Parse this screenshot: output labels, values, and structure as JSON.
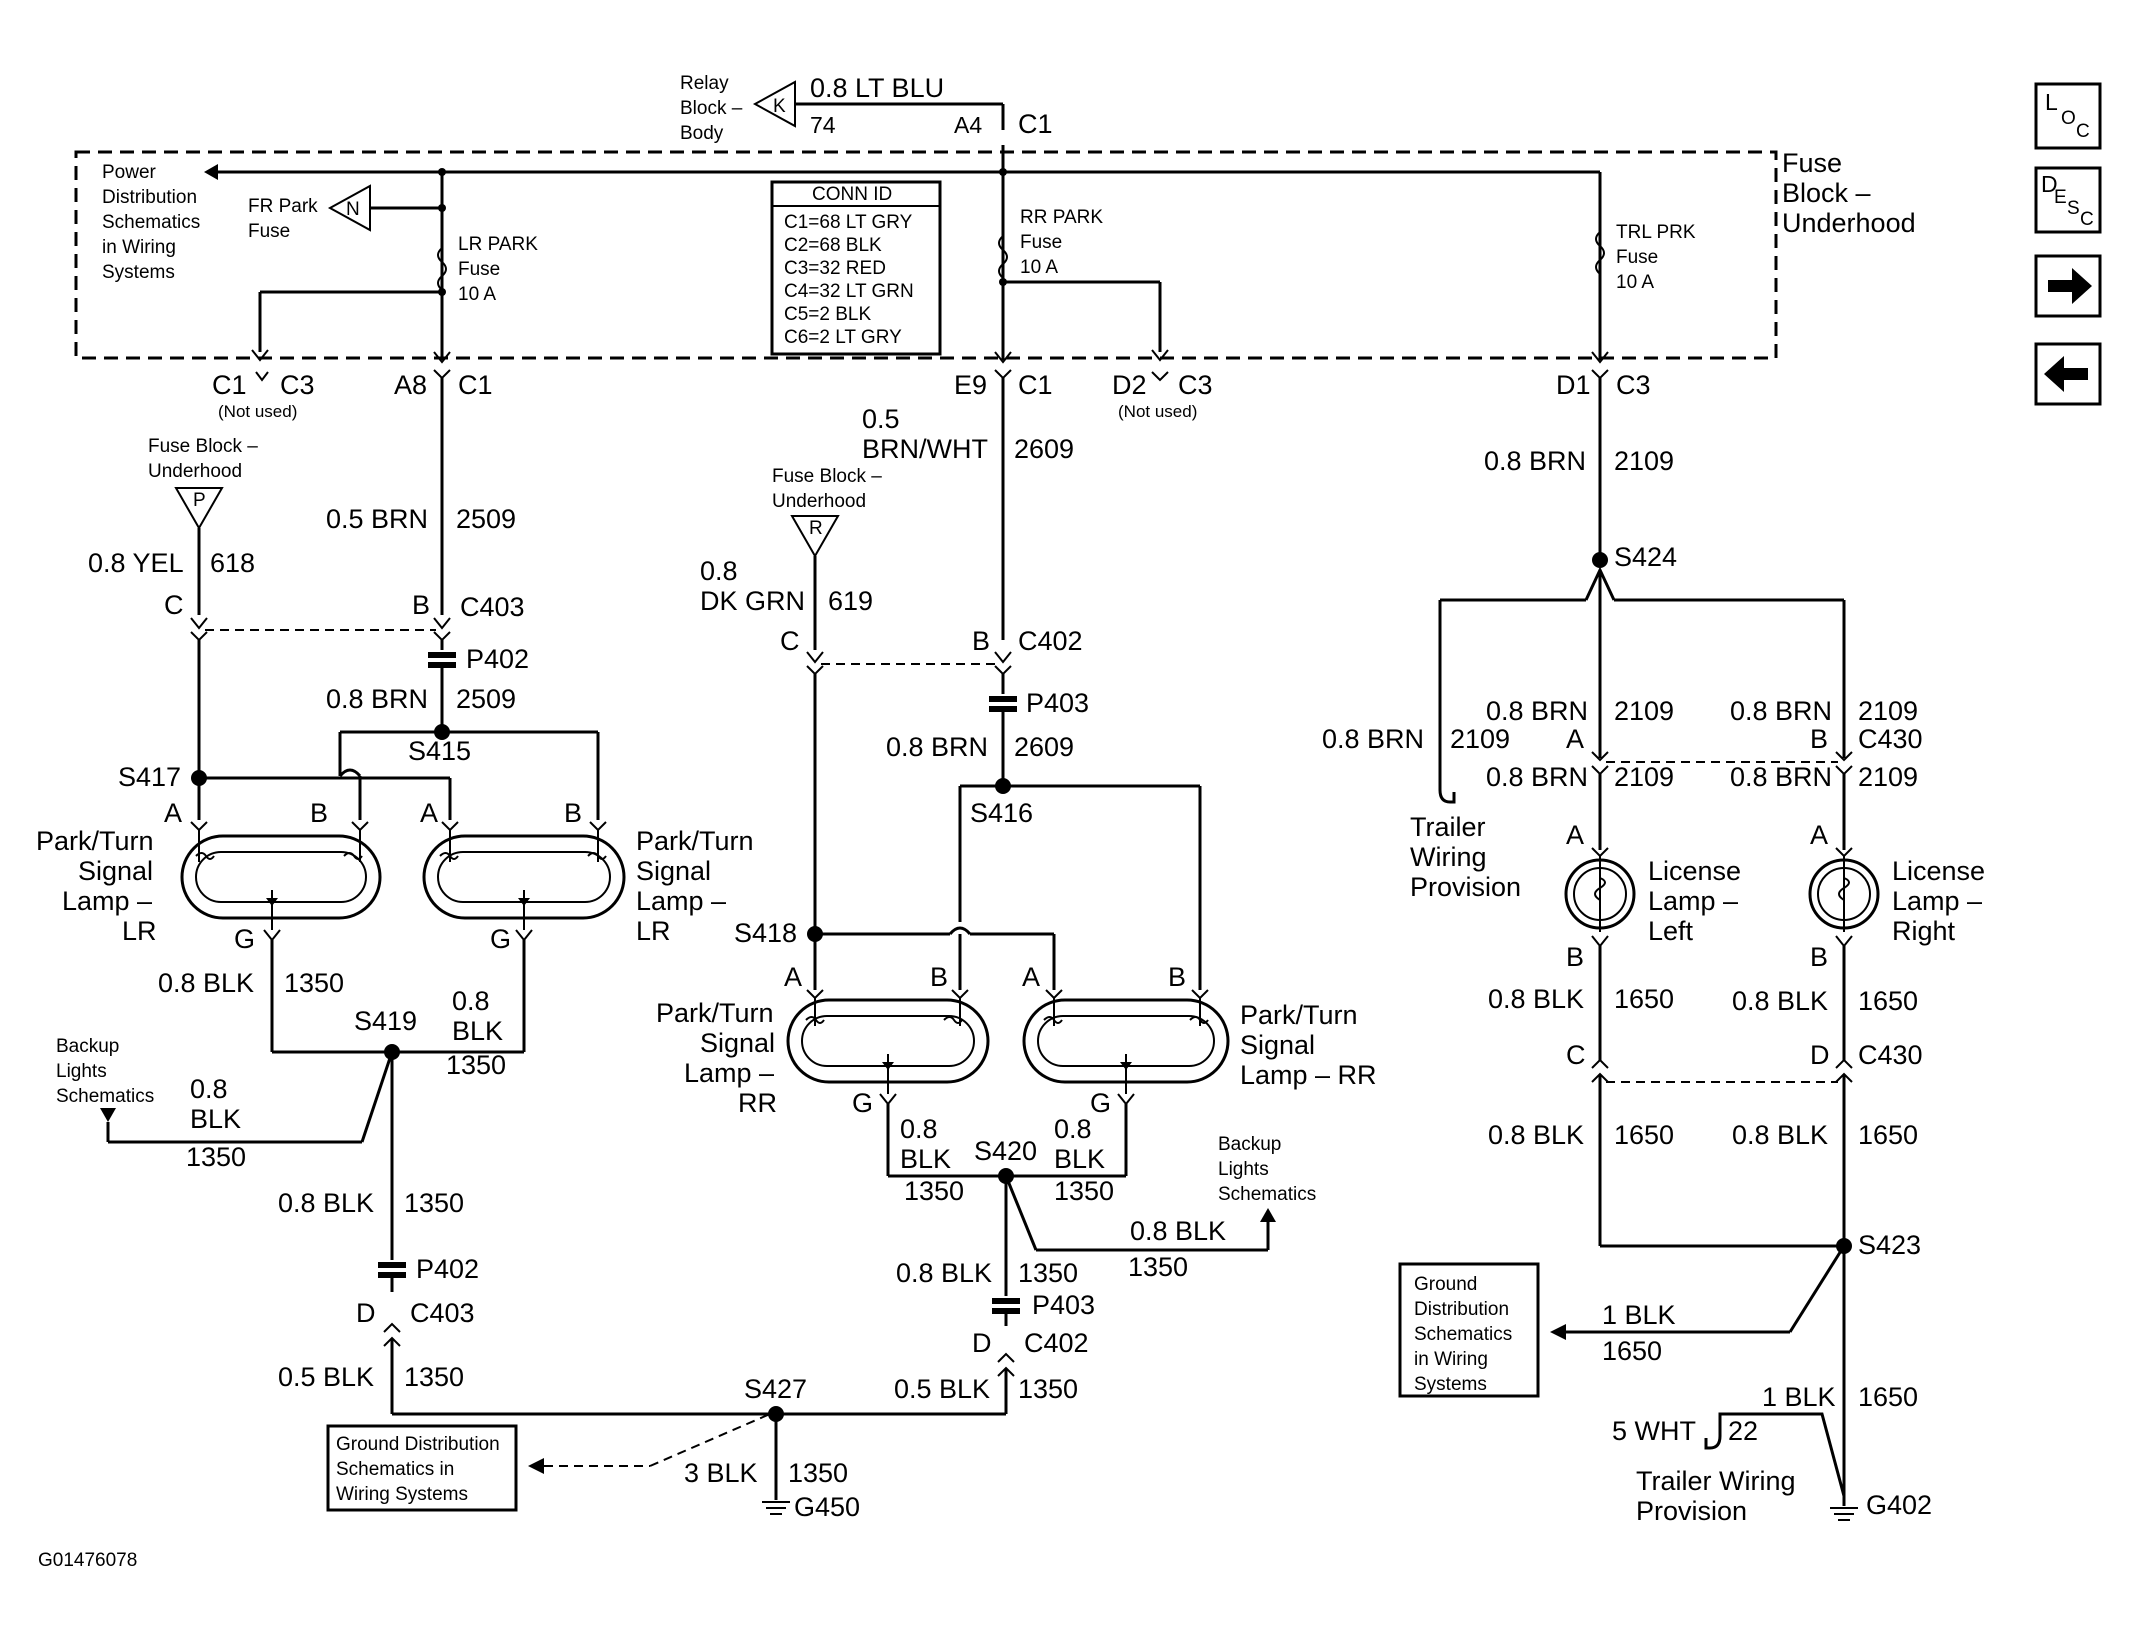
{
  "figure_id": "G01476078",
  "nav": {
    "loc": [
      "L",
      "O",
      "C"
    ],
    "desc": [
      "D",
      "E",
      "S",
      "C"
    ]
  },
  "relay": {
    "name": [
      "Relay",
      "Block –",
      "Body"
    ],
    "letter": "K",
    "wire": "0.8 LT BLU",
    "pin": "74",
    "cavity": "A4",
    "conn": "C1"
  },
  "fuse_block": {
    "title": [
      "Fuse",
      "Block –",
      "Underhood"
    ],
    "power_ref": [
      "Power",
      "Distribution",
      "Schematics",
      "in Wiring",
      "Systems"
    ],
    "fr_park": [
      "FR Park",
      "Fuse"
    ],
    "fr_letter": "N",
    "lr_park": [
      "LR PARK",
      "Fuse",
      "10 A"
    ],
    "rr_park": [
      "RR PARK",
      "Fuse",
      "10 A"
    ],
    "trl_prk": [
      "TRL PRK",
      "Fuse",
      "10 A"
    ],
    "conn_id": {
      "title": "CONN ID",
      "rows": [
        "C1=68 LT GRY",
        "C2=68 BLK",
        "C3=32 RED",
        "C4=32 LT GRN",
        "C5=2 BLK",
        "C6=2 LT GRY"
      ]
    }
  },
  "outputs": {
    "c1": "C1",
    "c3": "C3",
    "not_used": "(Not used)",
    "a8": "A8",
    "e9": "E9",
    "d2": "D2",
    "d1": "D1"
  },
  "left": {
    "ref": [
      "Fuse Block –",
      "Underhood"
    ],
    "ref_letter": "P",
    "yel": "0.8 YEL",
    "yel_num": "618",
    "brn05": "0.5 BRN",
    "brn05_num": "2509",
    "pin_c": "C",
    "pin_b": "B",
    "c403": "C403",
    "p402": "P402",
    "brn08": "0.8 BRN",
    "brn08_num": "2509",
    "s415": "S415",
    "s417": "S417",
    "pin_a": "A",
    "pin_g": "G",
    "lamp_left": [
      "Park/Turn",
      "Signal",
      "Lamp –",
      "LR"
    ],
    "lamp_right": [
      "Park/Turn",
      "Signal",
      "Lamp –",
      "LR"
    ],
    "blk08": "0.8 BLK",
    "num1350": "1350",
    "s419": "S419",
    "blk08_split": [
      "0.8",
      "BLK"
    ],
    "backup": [
      "Backup",
      "Lights",
      "Schematics"
    ],
    "p402b": "P402",
    "pin_d": "D",
    "c403b": "C403",
    "blk05": "0.5 BLK"
  },
  "center": {
    "brnwht": [
      "0.5",
      "BRN/WHT"
    ],
    "brnwht_num": "2609",
    "ref": [
      "Fuse Block –",
      "Underhood"
    ],
    "ref_letter": "R",
    "dkgrn": [
      "0.8",
      "DK GRN"
    ],
    "dkgrn_num": "619",
    "pin_c": "C",
    "pin_b": "B",
    "c402": "C402",
    "p403": "P403",
    "brn08": "0.8 BRN",
    "brn08_num": "2609",
    "s416": "S416",
    "s418": "S418",
    "pin_a": "A",
    "pin_g": "G",
    "lamp_left": [
      "Park/Turn",
      "Signal",
      "Lamp –",
      "RR"
    ],
    "lamp_right": [
      "Park/Turn",
      "Signal",
      "Lamp – RR"
    ],
    "blk08_split": [
      "0.8",
      "BLK"
    ],
    "num1350": "1350",
    "s420": "S420",
    "backup": [
      "Backup",
      "Lights",
      "Schematics"
    ],
    "blk08": "0.8 BLK",
    "p403b": "P403",
    "pin_d": "D",
    "c402b": "C402",
    "blk05": "0.5 BLK"
  },
  "ground": {
    "ref": [
      "Ground Distribution",
      "Schematics in",
      "Wiring Systems"
    ],
    "s427": "S427",
    "blk3": "3 BLK",
    "num1350": "1350",
    "g450": "G450"
  },
  "right": {
    "brn08": "0.8 BRN",
    "num2109": "2109",
    "s424": "S424",
    "pin_a": "A",
    "pin_b": "B",
    "c430": "C430",
    "trailer": [
      "Trailer",
      "Wiring",
      "Provision"
    ],
    "lamp_left": [
      "License",
      "Lamp –",
      "Left"
    ],
    "lamp_right": [
      "License",
      "Lamp –",
      "Right"
    ],
    "blk08": "0.8 BLK",
    "num1650": "1650",
    "pin_c": "C",
    "pin_d": "D",
    "c430b": "C430",
    "s423": "S423",
    "ground_ref": [
      "Ground",
      "Distribution",
      "Schematics",
      "in Wiring",
      "Systems"
    ],
    "blk1": "1 BLK",
    "wht5": "5 WHT",
    "num22": "22",
    "trailer2": [
      "Trailer Wiring",
      "Provision"
    ],
    "g402": "G402"
  }
}
